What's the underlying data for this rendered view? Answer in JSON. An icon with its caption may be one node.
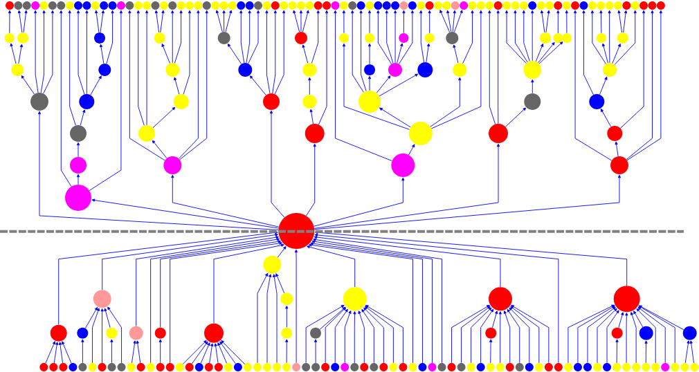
{
  "diagram": {
    "nodes": [
      {
        "text": [],
        "shape": "circle"
      },
      {
        "text": [],
        "shape": "circle"
      },
      {
        "text": [],
        "shape": "circle"
      },
      {
        "text": [],
        "shape": "circle"
      },
      {
        "text": [],
        "shape": "circle"
      },
      {
        "text": [],
        "shape": "circle"
      },
      {
        "text": [],
        "shape": "circle"
      },
      {
        "text": [],
        "shape": "circle"
      },
      {
        "text": [],
        "shape": "circle"
      },
      {
        "text": [],
        "shape": "circle"
      },
      {
        "text": [],
        "shape": "circle"
      },
      {
        "text": [],
        "shape": "circle"
      },
      {
        "text": [],
        "shape": "circle"
      },
      {
        "text": [],
        "shape": "circle"
      },
      {
        "text": [],
        "shape": "circle"
      },
      {
        "text": [],
        "shape": "circle"
      },
      {
        "text": [],
        "shape": "circle"
      },
      {
        "text": [],
        "shape": "circle"
      },
      {
        "text": [],
        "shape": "circle"
      },
      {
        "text": [],
        "shape": "circle"
      },
      {
        "text": [],
        "shape": "circle"
      },
      {
        "text": [],
        "shape": "circle"
      },
      {
        "text": [],
        "shape": "circle"
      },
      {
        "text": [],
        "shape": "circle"
      },
      {
        "text": [],
        "shape": "circle"
      },
      {
        "text": [],
        "shape": "circle"
      },
      {
        "text": [],
        "shape": "circle"
      },
      {
        "text": [],
        "shape": "circle"
      },
      {
        "text": [],
        "shape": "circle"
      },
      {
        "text": [],
        "shape": "circle"
      },
      {
        "text": [],
        "shape": "circle"
      },
      {
        "text": [],
        "shape": "circle"
      },
      {
        "text": [],
        "shape": "circle"
      },
      {
        "text": [],
        "shape": "circle"
      },
      {
        "text": [],
        "shape": "circle"
      },
      {
        "text": [],
        "shape": "circle"
      },
      {
        "text": [],
        "shape": "circle"
      },
      {
        "text": [],
        "shape": "circle"
      },
      {
        "text": [],
        "shape": "circle"
      },
      {
        "text": [],
        "shape": "circle"
      },
      {
        "text": [],
        "shape": "circle"
      },
      {
        "text": [],
        "shape": "circle"
      },
      {
        "text": [],
        "shape": "circle"
      },
      {
        "text": [],
        "shape": "circle"
      },
      {
        "text": [],
        "shape": "circle"
      },
      {
        "text": [],
        "shape": "circle"
      },
      {
        "text": [],
        "shape": "circle"
      },
      {
        "text": [],
        "shape": "circle"
      },
      {
        "text": [],
        "shape": "circle"
      },
      {
        "text": [],
        "shape": "circle"
      },
      {
        "text": [],
        "shape": "circle"
      },
      {
        "text": [],
        "shape": "circle"
      },
      {
        "text": [],
        "shape": "circle"
      },
      {
        "text": [],
        "shape": "circle"
      },
      {
        "text": [],
        "shape": "circle"
      },
      {
        "text": [],
        "shape": "circle"
      },
      {
        "text": [],
        "shape": "circle"
      },
      {
        "text": [],
        "shape": "circle"
      },
      {
        "text": [],
        "shape": "circle"
      },
      {
        "text": [],
        "shape": "circle"
      },
      {
        "text": [],
        "shape": "circle"
      },
      {
        "text": [],
        "shape": "circle"
      },
      {
        "text": [],
        "shape": "circle"
      },
      {
        "text": [],
        "shape": "circle"
      },
      {
        "text": [],
        "shape": "circle"
      },
      {
        "text": [],
        "shape": "circle"
      },
      {
        "text": [],
        "shape": "circle"
      },
      {
        "text": [],
        "shape": "circle"
      },
      {
        "text": [],
        "shape": "circle"
      },
      {
        "text": [],
        "shape": "circle"
      },
      {
        "text": [],
        "shape": "circle"
      },
      {
        "text": [],
        "shape": "circle"
      },
      {
        "text": [],
        "shape": "circle"
      },
      {
        "text": [],
        "shape": "circle"
      },
      {
        "text": [],
        "shape": "circle"
      },
      {
        "text": [],
        "shape": "circle"
      },
      {
        "text": [],
        "shape": "circle"
      },
      {
        "text": [],
        "shape": "circle"
      },
      {
        "text": [],
        "shape": "circle"
      },
      {
        "text": [],
        "shape": "circle"
      },
      {
        "text": [],
        "shape": "circle"
      },
      {
        "text": [],
        "shape": "circle"
      },
      {
        "text": [],
        "shape": "circle"
      },
      {
        "text": [],
        "shape": "circle"
      },
      {
        "text": [],
        "shape": "circle"
      },
      {
        "text": [],
        "shape": "circle"
      },
      {
        "text": [],
        "shape": "circle"
      },
      {
        "text": [],
        "shape": "circle"
      },
      {
        "text": [],
        "shape": "circle"
      },
      {
        "text": [],
        "shape": "circle"
      },
      {
        "text": [],
        "shape": "circle"
      },
      {
        "text": [],
        "shape": "circle"
      },
      {
        "text": [],
        "shape": "circle"
      },
      {
        "text": [],
        "shape": "circle"
      },
      {
        "text": [],
        "shape": "circle"
      },
      {
        "text": [],
        "shape": "circle"
      },
      {
        "text": [],
        "shape": "circle"
      },
      {
        "text": [],
        "shape": "circle"
      },
      {
        "text": [],
        "shape": "circle"
      },
      {
        "text": [],
        "shape": "circle"
      },
      {
        "text": [],
        "shape": "circle"
      },
      {
        "text": [],
        "shape": "circle"
      },
      {
        "text": [],
        "shape": "circle"
      },
      {
        "text": [],
        "shape": "circle"
      },
      {
        "text": [],
        "shape": "circle"
      },
      {
        "text": [],
        "shape": "circle"
      },
      {
        "text": [],
        "shape": "circle"
      },
      {
        "text": [],
        "shape": "circle"
      },
      {
        "text": [],
        "shape": "circle"
      },
      {
        "text": [],
        "shape": "circle"
      },
      {
        "text": [],
        "shape": "circle"
      },
      {
        "text": [],
        "shape": "circle"
      },
      {
        "text": [],
        "shape": "circle"
      },
      {
        "text": [],
        "shape": "circle"
      },
      {
        "text": [],
        "shape": "circle"
      },
      {
        "text": [],
        "shape": "circle"
      },
      {
        "text": [],
        "shape": "circle"
      },
      {
        "text": [],
        "shape": "circle"
      },
      {
        "text": [],
        "shape": "circle"
      },
      {
        "text": [],
        "shape": "circle"
      },
      {
        "text": [],
        "shape": "circle"
      },
      {
        "text": [],
        "shape": "circle"
      },
      {
        "text": [],
        "shape": "circle"
      },
      {
        "text": [],
        "shape": "circle"
      },
      {
        "text": [],
        "shape": "circle"
      },
      {
        "text": [],
        "shape": "circle"
      },
      {
        "text": [],
        "shape": "circle"
      },
      {
        "text": [],
        "shape": "circle"
      },
      {
        "text": [],
        "shape": "circle"
      },
      {
        "text": [],
        "shape": "circle"
      },
      {
        "text": [],
        "shape": "circle"
      },
      {
        "text": [],
        "shape": "circle"
      },
      {
        "text": [],
        "shape": "circle"
      },
      {
        "text": [],
        "shape": "circle"
      },
      {
        "text": [],
        "shape": "circle"
      },
      {
        "text": [],
        "shape": "circle"
      },
      {
        "text": [],
        "shape": "circle"
      },
      {
        "text": [],
        "shape": "circle"
      },
      {
        "text": [],
        "shape": "circle"
      },
      {
        "text": [],
        "shape": "circle"
      },
      {
        "text": [],
        "shape": "circle"
      },
      {
        "text": [],
        "shape": "circle"
      },
      {
        "text": [],
        "shape": "circle"
      },
      {
        "text": [],
        "shape": "circle"
      },
      {
        "text": [],
        "shape": "circle"
      },
      {
        "text": [],
        "shape": "circle"
      },
      {
        "text": [],
        "shape": "circle"
      },
      {
        "text": [],
        "shape": "circle"
      },
      {
        "text": [],
        "shape": "circle"
      },
      {
        "text": [],
        "shape": "circle"
      },
      {
        "text": [],
        "shape": "circle"
      },
      {
        "text": [],
        "shape": "circle"
      },
      {
        "text": [],
        "shape": "circle"
      },
      {
        "text": [],
        "shape": "circle"
      },
      {
        "text": [],
        "shape": "circle"
      },
      {
        "text": [],
        "shape": "circle"
      },
      {
        "text": [],
        "shape": "circle"
      },
      {
        "text": [],
        "shape": "circle"
      },
      {
        "text": [],
        "shape": "circle"
      },
      {
        "text": [],
        "shape": "circle"
      },
      {
        "text": [],
        "shape": "circle"
      },
      {
        "text": [],
        "shape": "circle"
      },
      {
        "text": [],
        "shape": "circle"
      },
      {
        "text": [],
        "shape": "circle"
      },
      {
        "text": [],
        "shape": "circle"
      },
      {
        "text": [],
        "shape": "circle"
      },
      {
        "text": [],
        "shape": "circle"
      },
      {
        "text": [],
        "shape": "circle"
      },
      {
        "text": [],
        "shape": "circle"
      },
      {
        "text": [],
        "shape": "circle"
      },
      {
        "text": [],
        "shape": "circle"
      },
      {
        "text": [],
        "shape": "circle"
      },
      {
        "text": [],
        "shape": "circle"
      },
      {
        "text": [],
        "shape": "circle"
      },
      {
        "text": [],
        "shape": "circle"
      },
      {
        "text": [],
        "shape": "circle"
      },
      {
        "text": [],
        "shape": "circle"
      },
      {
        "text": [],
        "shape": "circle"
      },
      {
        "text": [],
        "shape": "circle"
      },
      {
        "text": [],
        "shape": "circle"
      },
      {
        "text": [],
        "shape": "circle"
      },
      {
        "text": [],
        "shape": "circle"
      },
      {
        "text": [],
        "shape": "circle"
      },
      {
        "text": [],
        "shape": "circle"
      },
      {
        "text": [],
        "shape": "circle"
      },
      {
        "text": [],
        "shape": "circle"
      },
      {
        "text": [],
        "shape": "circle"
      },
      {
        "text": [],
        "shape": "circle"
      },
      {
        "text": [],
        "shape": "circle"
      },
      {
        "text": [],
        "shape": "circle"
      },
      {
        "text": [],
        "shape": "circle"
      },
      {
        "text": [],
        "shape": "circle"
      },
      {
        "text": [],
        "shape": "circle"
      },
      {
        "text": [],
        "shape": "circle"
      },
      {
        "text": [],
        "shape": "circle"
      },
      {
        "text": [],
        "shape": "circle"
      },
      {
        "text": [],
        "shape": "circle"
      },
      {
        "text": [],
        "shape": "circle"
      },
      {
        "text": [],
        "shape": "circle"
      },
      {
        "text": [],
        "shape": "circle"
      },
      {
        "text": [],
        "shape": "circle"
      },
      {
        "text": [],
        "shape": "circle"
      },
      {
        "text": [],
        "shape": "circle"
      },
      {
        "text": [],
        "shape": "circle"
      },
      {
        "text": [],
        "shape": "circle"
      },
      {
        "text": [],
        "shape": "circle"
      },
      {
        "text": [],
        "shape": "circle"
      },
      {
        "text": [],
        "shape": "circle"
      },
      {
        "text": [],
        "shape": "circle"
      },
      {
        "text": [],
        "shape": "circle"
      }
    ],
    "edges": [
      {
        "from": 123,
        "to": 104,
        "arrow": "to"
      },
      {
        "from": 123,
        "to": 122,
        "arrow": "to"
      },
      {
        "from": 123,
        "to": 119,
        "arrow": "to"
      },
      {
        "from": 123,
        "to": 107,
        "arrow": "to"
      },
      {
        "from": 123,
        "to": 114,
        "arrow": "to"
      },
      {
        "from": 123,
        "to": 120,
        "arrow": "to"
      },
      {
        "from": 123,
        "to": 116,
        "arrow": "to"
      },
      {
        "from": 123,
        "to": 121,
        "arrow": "to"
      },
      {
        "from": 104,
        "to": 93,
        "arrow": "to"
      },
      {
        "from": 104,
        "to": 3,
        "arrow": "to"
      },
      {
        "from": 104,
        "to": 4,
        "arrow": "to"
      },
      {
        "from": 104,
        "to": 5,
        "arrow": "to"
      },
      {
        "from": 93,
        "to": 77,
        "arrow": "to"
      },
      {
        "from": 93,
        "to": 78,
        "arrow": "to"
      },
      {
        "from": 77,
        "to": 0,
        "arrow": "to"
      },
      {
        "from": 78,
        "to": 1,
        "arrow": "to"
      },
      {
        "from": 78,
        "to": 2,
        "arrow": "to"
      },
      {
        "from": 122,
        "to": 118,
        "arrow": "to"
      },
      {
        "from": 122,
        "to": 6,
        "arrow": "to"
      },
      {
        "from": 122,
        "to": 13,
        "arrow": "to"
      },
      {
        "from": 118,
        "to": 112,
        "arrow": "to"
      },
      {
        "from": 112,
        "to": 105,
        "arrow": "to"
      },
      {
        "from": 112,
        "to": 7,
        "arrow": "to"
      },
      {
        "from": 105,
        "to": 94,
        "arrow": "to"
      },
      {
        "from": 105,
        "to": 8,
        "arrow": "to"
      },
      {
        "from": 105,
        "to": 9,
        "arrow": "to"
      },
      {
        "from": 94,
        "to": 79,
        "arrow": "to"
      },
      {
        "from": 94,
        "to": 12,
        "arrow": "to"
      },
      {
        "from": 79,
        "to": 10,
        "arrow": "to"
      },
      {
        "from": 79,
        "to": 11,
        "arrow": "to"
      },
      {
        "from": 119,
        "to": 113,
        "arrow": "to"
      },
      {
        "from": 119,
        "to": 14,
        "arrow": "to"
      },
      {
        "from": 119,
        "to": 22,
        "arrow": "to"
      },
      {
        "from": 119,
        "to": 23,
        "arrow": "to"
      },
      {
        "from": 113,
        "to": 106,
        "arrow": "to"
      },
      {
        "from": 113,
        "to": 15,
        "arrow": "to"
      },
      {
        "from": 113,
        "to": 16,
        "arrow": "to"
      },
      {
        "from": 106,
        "to": 95,
        "arrow": "to"
      },
      {
        "from": 106,
        "to": 21,
        "arrow": "to"
      },
      {
        "from": 95,
        "to": 80,
        "arrow": "to"
      },
      {
        "from": 95,
        "to": 19,
        "arrow": "to"
      },
      {
        "from": 95,
        "to": 20,
        "arrow": "to"
      },
      {
        "from": 80,
        "to": 17,
        "arrow": "to"
      },
      {
        "from": 80,
        "to": 18,
        "arrow": "to"
      },
      {
        "from": 107,
        "to": 96,
        "arrow": "to"
      },
      {
        "from": 107,
        "to": 30,
        "arrow": "to"
      },
      {
        "from": 107,
        "to": 31,
        "arrow": "to"
      },
      {
        "from": 107,
        "to": 32,
        "arrow": "to"
      },
      {
        "from": 96,
        "to": 81,
        "arrow": "to"
      },
      {
        "from": 96,
        "to": 27,
        "arrow": "to"
      },
      {
        "from": 96,
        "to": 28,
        "arrow": "to"
      },
      {
        "from": 96,
        "to": 29,
        "arrow": "to"
      },
      {
        "from": 81,
        "to": 24,
        "arrow": "to"
      },
      {
        "from": 81,
        "to": 25,
        "arrow": "to"
      },
      {
        "from": 81,
        "to": 26,
        "arrow": "to"
      },
      {
        "from": 114,
        "to": 108,
        "arrow": "to"
      },
      {
        "from": 114,
        "to": 37,
        "arrow": "to"
      },
      {
        "from": 108,
        "to": 97,
        "arrow": "to"
      },
      {
        "from": 97,
        "to": 82,
        "arrow": "to"
      },
      {
        "from": 97,
        "to": 36,
        "arrow": "to"
      },
      {
        "from": 82,
        "to": 33,
        "arrow": "to"
      },
      {
        "from": 82,
        "to": 34,
        "arrow": "to"
      },
      {
        "from": 82,
        "to": 35,
        "arrow": "to"
      },
      {
        "from": 120,
        "to": 115,
        "arrow": "to"
      },
      {
        "from": 120,
        "to": 38,
        "arrow": "to"
      },
      {
        "from": 115,
        "to": 83,
        "arrow": "to"
      },
      {
        "from": 115,
        "to": 109,
        "arrow": "to"
      },
      {
        "from": 115,
        "to": 101,
        "arrow": "to"
      },
      {
        "from": 115,
        "to": 55,
        "arrow": "to"
      },
      {
        "from": 83,
        "to": 39,
        "arrow": "to"
      },
      {
        "from": 109,
        "to": 40,
        "arrow": "to"
      },
      {
        "from": 109,
        "to": 41,
        "arrow": "to"
      },
      {
        "from": 109,
        "to": 98,
        "arrow": "to"
      },
      {
        "from": 109,
        "to": 99,
        "arrow": "to"
      },
      {
        "from": 109,
        "to": 100,
        "arrow": "to"
      },
      {
        "from": 98,
        "to": 84,
        "arrow": "to"
      },
      {
        "from": 84,
        "to": 42,
        "arrow": "to"
      },
      {
        "from": 99,
        "to": 43,
        "arrow": "to"
      },
      {
        "from": 99,
        "to": 44,
        "arrow": "to"
      },
      {
        "from": 99,
        "to": 45,
        "arrow": "to"
      },
      {
        "from": 99,
        "to": 85,
        "arrow": "to"
      },
      {
        "from": 99,
        "to": 47,
        "arrow": "to"
      },
      {
        "from": 85,
        "to": 46,
        "arrow": "to"
      },
      {
        "from": 100,
        "to": 48,
        "arrow": "to"
      },
      {
        "from": 100,
        "to": 86,
        "arrow": "to"
      },
      {
        "from": 86,
        "to": 49,
        "arrow": "to"
      },
      {
        "from": 101,
        "to": 87,
        "arrow": "to"
      },
      {
        "from": 101,
        "to": 54,
        "arrow": "to"
      },
      {
        "from": 87,
        "to": 50,
        "arrow": "to"
      },
      {
        "from": 87,
        "to": 51,
        "arrow": "to"
      },
      {
        "from": 87,
        "to": 52,
        "arrow": "to"
      },
      {
        "from": 87,
        "to": 53,
        "arrow": "to"
      },
      {
        "from": 116,
        "to": 56,
        "arrow": "to"
      },
      {
        "from": 116,
        "to": 57,
        "arrow": "to"
      },
      {
        "from": 116,
        "to": 110,
        "arrow": "to"
      },
      {
        "from": 110,
        "to": 102,
        "arrow": "to"
      },
      {
        "from": 102,
        "to": 58,
        "arrow": "to"
      },
      {
        "from": 102,
        "to": 59,
        "arrow": "to"
      },
      {
        "from": 102,
        "to": 60,
        "arrow": "to"
      },
      {
        "from": 102,
        "to": 61,
        "arrow": "to"
      },
      {
        "from": 102,
        "to": 88,
        "arrow": "to"
      },
      {
        "from": 102,
        "to": 89,
        "arrow": "to"
      },
      {
        "from": 102,
        "to": 90,
        "arrow": "to"
      },
      {
        "from": 88,
        "to": 62,
        "arrow": "to"
      },
      {
        "from": 88,
        "to": 63,
        "arrow": "to"
      },
      {
        "from": 89,
        "to": 64,
        "arrow": "to"
      },
      {
        "from": 90,
        "to": 65,
        "arrow": "to"
      },
      {
        "from": 121,
        "to": 66,
        "arrow": "to"
      },
      {
        "from": 121,
        "to": 117,
        "arrow": "to"
      },
      {
        "from": 121,
        "to": 75,
        "arrow": "to"
      },
      {
        "from": 121,
        "to": 76,
        "arrow": "to"
      },
      {
        "from": 117,
        "to": 111,
        "arrow": "to"
      },
      {
        "from": 117,
        "to": 74,
        "arrow": "to"
      },
      {
        "from": 111,
        "to": 67,
        "arrow": "to"
      },
      {
        "from": 111,
        "to": 103,
        "arrow": "to"
      },
      {
        "from": 103,
        "to": 68,
        "arrow": "to"
      },
      {
        "from": 103,
        "to": 91,
        "arrow": "to"
      },
      {
        "from": 103,
        "to": 70,
        "arrow": "to"
      },
      {
        "from": 103,
        "to": 92,
        "arrow": "to"
      },
      {
        "from": 103,
        "to": 73,
        "arrow": "to"
      },
      {
        "from": 91,
        "to": 69,
        "arrow": "to"
      },
      {
        "from": 92,
        "to": 71,
        "arrow": "to"
      },
      {
        "from": 92,
        "to": 72,
        "arrow": "to"
      },
      {
        "from": 142,
        "to": 130,
        "arrow": "to"
      },
      {
        "from": 143,
        "to": 130,
        "arrow": "to"
      },
      {
        "from": 144,
        "to": 130,
        "arrow": "to"
      },
      {
        "from": 145,
        "to": 130,
        "arrow": "to"
      },
      {
        "from": 146,
        "to": 131,
        "arrow": "to"
      },
      {
        "from": 149,
        "to": 132,
        "arrow": "to"
      },
      {
        "from": 131,
        "to": 125,
        "arrow": "to"
      },
      {
        "from": 147,
        "to": 125,
        "arrow": "to"
      },
      {
        "from": 148,
        "to": 125,
        "arrow": "to"
      },
      {
        "from": 132,
        "to": 125,
        "arrow": "to"
      },
      {
        "from": 150,
        "to": 125,
        "arrow": "to"
      },
      {
        "from": 151,
        "to": 133,
        "arrow": "to"
      },
      {
        "from": 152,
        "to": 133,
        "arrow": "to"
      },
      {
        "from": 154,
        "to": 134,
        "arrow": "to"
      },
      {
        "from": 156,
        "to": 135,
        "arrow": "to"
      },
      {
        "from": 157,
        "to": 135,
        "arrow": "to"
      },
      {
        "from": 158,
        "to": 135,
        "arrow": "to"
      },
      {
        "from": 159,
        "to": 135,
        "arrow": "to"
      },
      {
        "from": 160,
        "to": 135,
        "arrow": "to"
      },
      {
        "from": 161,
        "to": 135,
        "arrow": "to"
      },
      {
        "from": 162,
        "to": 135,
        "arrow": "to"
      },
      {
        "from": 163,
        "to": 135,
        "arrow": "to"
      },
      {
        "from": 167,
        "to": 136,
        "arrow": "to"
      },
      {
        "from": 136,
        "to": 126,
        "arrow": "to"
      },
      {
        "from": 164,
        "to": 124,
        "arrow": "to"
      },
      {
        "from": 165,
        "to": 124,
        "arrow": "to"
      },
      {
        "from": 166,
        "to": 124,
        "arrow": "to"
      },
      {
        "from": 126,
        "to": 124,
        "arrow": "to"
      },
      {
        "from": 170,
        "to": 137,
        "arrow": "to"
      },
      {
        "from": 169,
        "to": 127,
        "arrow": "to"
      },
      {
        "from": 137,
        "to": 127,
        "arrow": "to"
      },
      {
        "from": 171,
        "to": 127,
        "arrow": "to"
      },
      {
        "from": 172,
        "to": 127,
        "arrow": "to"
      },
      {
        "from": 173,
        "to": 127,
        "arrow": "to"
      },
      {
        "from": 174,
        "to": 127,
        "arrow": "to"
      },
      {
        "from": 175,
        "to": 127,
        "arrow": "to"
      },
      {
        "from": 176,
        "to": 127,
        "arrow": "to"
      },
      {
        "from": 177,
        "to": 127,
        "arrow": "to"
      },
      {
        "from": 178,
        "to": 127,
        "arrow": "to"
      },
      {
        "from": 179,
        "to": 127,
        "arrow": "to"
      },
      {
        "from": 188,
        "to": 138,
        "arrow": "to"
      },
      {
        "from": 184,
        "to": 128,
        "arrow": "to"
      },
      {
        "from": 185,
        "to": 128,
        "arrow": "to"
      },
      {
        "from": 186,
        "to": 128,
        "arrow": "to"
      },
      {
        "from": 187,
        "to": 128,
        "arrow": "to"
      },
      {
        "from": 138,
        "to": 128,
        "arrow": "to"
      },
      {
        "from": 189,
        "to": 128,
        "arrow": "to"
      },
      {
        "from": 190,
        "to": 128,
        "arrow": "to"
      },
      {
        "from": 191,
        "to": 128,
        "arrow": "to"
      },
      {
        "from": 192,
        "to": 128,
        "arrow": "to"
      },
      {
        "from": 193,
        "to": 128,
        "arrow": "to"
      },
      {
        "from": 194,
        "to": 128,
        "arrow": "to"
      },
      {
        "from": 201,
        "to": 139,
        "arrow": "to"
      },
      {
        "from": 204,
        "to": 140,
        "arrow": "to"
      },
      {
        "from": 208,
        "to": 141,
        "arrow": "to"
      },
      {
        "from": 209,
        "to": 141,
        "arrow": "to"
      },
      {
        "from": 196,
        "to": 129,
        "arrow": "to"
      },
      {
        "from": 197,
        "to": 129,
        "arrow": "to"
      },
      {
        "from": 198,
        "to": 129,
        "arrow": "to"
      },
      {
        "from": 199,
        "to": 129,
        "arrow": "to"
      },
      {
        "from": 200,
        "to": 129,
        "arrow": "to"
      },
      {
        "from": 139,
        "to": 129,
        "arrow": "to"
      },
      {
        "from": 202,
        "to": 129,
        "arrow": "to"
      },
      {
        "from": 203,
        "to": 129,
        "arrow": "to"
      },
      {
        "from": 140,
        "to": 129,
        "arrow": "to"
      },
      {
        "from": 205,
        "to": 129,
        "arrow": "to"
      },
      {
        "from": 206,
        "to": 129,
        "arrow": "to"
      },
      {
        "from": 207,
        "to": 129,
        "arrow": "to"
      },
      {
        "from": 141,
        "to": 129,
        "arrow": "to"
      },
      {
        "from": 130,
        "to": 123,
        "arrow": "to"
      },
      {
        "from": 125,
        "to": 123,
        "arrow": "to"
      },
      {
        "from": 133,
        "to": 123,
        "arrow": "to"
      },
      {
        "from": 153,
        "to": 123,
        "arrow": "to"
      },
      {
        "from": 134,
        "to": 123,
        "arrow": "to"
      },
      {
        "from": 155,
        "to": 123,
        "arrow": "to"
      },
      {
        "from": 135,
        "to": 123,
        "arrow": "to"
      },
      {
        "from": 124,
        "to": 123,
        "arrow": "to"
      },
      {
        "from": 168,
        "to": 123,
        "arrow": "to"
      },
      {
        "from": 127,
        "to": 123,
        "arrow": "to"
      },
      {
        "from": 180,
        "to": 123,
        "arrow": "to"
      },
      {
        "from": 181,
        "to": 123,
        "arrow": "to"
      },
      {
        "from": 182,
        "to": 123,
        "arrow": "to"
      },
      {
        "from": 183,
        "to": 123,
        "arrow": "to"
      },
      {
        "from": 128,
        "to": 123,
        "arrow": "to"
      },
      {
        "from": 195,
        "to": 123,
        "arrow": "to"
      },
      {
        "from": 129,
        "to": 123,
        "arrow": "to"
      }
    ]
  }
}
